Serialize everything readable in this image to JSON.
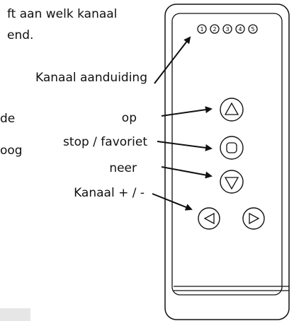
{
  "text": {
    "partial_line_1": "ft aan welk kanaal",
    "partial_line_2": "end.",
    "partial_de": "de",
    "partial_oog": "oog",
    "label_channel_indicator": "Kanaal aanduiding",
    "label_up": "op",
    "label_stop": "stop / favoriet",
    "label_down": "neer",
    "label_channel_plus_minus": "Kanaal + / -"
  },
  "remote": {
    "channel_numbers": [
      "1",
      "2",
      "3",
      "4",
      "5"
    ],
    "buttons": [
      "up",
      "stop",
      "down",
      "left",
      "right"
    ]
  },
  "colors": {
    "ink": "#111111",
    "gray_block": "#e6e6e6"
  }
}
